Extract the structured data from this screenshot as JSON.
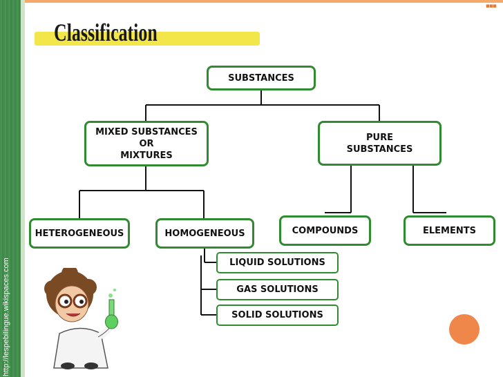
{
  "title": "Classification",
  "side_url": "http://lespebilingue.wikispaces.com",
  "nodes": {
    "substances": "SUBSTANCES",
    "mixed": "MIXED SUBSTANCES\nOR\nMIXTURES",
    "pure": "PURE\nSUBSTANCES",
    "heterogeneous": "HETEROGENEOUS",
    "homogeneous": "HOMOGENEOUS",
    "compounds": "COMPOUNDS",
    "elements": "ELEMENTS",
    "liquid": "LIQUID SOLUTIONS",
    "gas": "GAS SOLUTIONS",
    "solid": "SOLID SOLUTIONS"
  },
  "colors": {
    "node_border": "#2e8b2e",
    "title_highlight": "#f3e64a",
    "sidebar": "#3f8a4a",
    "accent": "#f0874a"
  }
}
